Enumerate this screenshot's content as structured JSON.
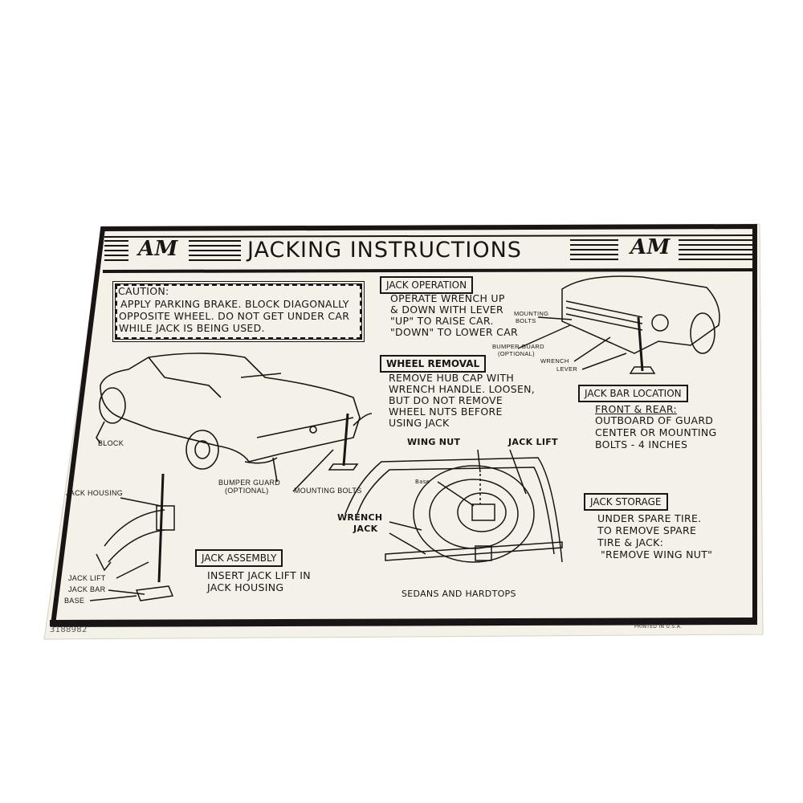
{
  "header": {
    "title": "JACKING INSTRUCTIONS",
    "logo_text": "AM"
  },
  "caution": {
    "heading": "CAUTION:",
    "lines": [
      "APPLY PARKING BRAKE. BLOCK DIAGONALLY",
      "OPPOSITE WHEEL. DO NOT GET UNDER CAR",
      "WHILE JACK IS BEING USED."
    ]
  },
  "jack_operation": {
    "label": "JACK OPERATION",
    "lines": [
      "OPERATE WRENCH UP",
      "& DOWN WITH LEVER",
      "\"UP\" TO RAISE CAR.",
      "\"DOWN\" TO LOWER CAR"
    ]
  },
  "wheel_removal": {
    "label": "WHEEL REMOVAL",
    "lines": [
      "REMOVE HUB CAP WITH",
      "WRENCH HANDLE. LOOSEN,",
      "BUT DO NOT REMOVE",
      "WHEEL NUTS BEFORE",
      "USING JACK"
    ]
  },
  "jack_bar_location": {
    "label": "JACK BAR LOCATION",
    "subheading": "FRONT & REAR:",
    "lines": [
      "OUTBOARD OF GUARD",
      "CENTER OR MOUNTING",
      "BOLTS - 4 INCHES"
    ]
  },
  "jack_storage": {
    "label": "JACK STORAGE",
    "lines": [
      "UNDER SPARE TIRE.",
      "TO REMOVE SPARE",
      "TIRE & JACK:",
      "\"REMOVE WING NUT\""
    ]
  },
  "jack_assembly": {
    "label": "JACK ASSEMBLY",
    "lines": [
      "INSERT JACK LIFT IN",
      "JACK HOUSING"
    ]
  },
  "rear_car_labels": {
    "block": "BLOCK",
    "bumper_guard": "BUMPER GUARD",
    "optional": "(OPTIONAL)",
    "mounting_bolts": "MOUNTING BOLTS"
  },
  "front_car_labels": {
    "mounting": "MOUNTING",
    "bolts": "BOLTS",
    "bumper_guard": "BUMPER GUARD",
    "optional": "(OPTIONAL)",
    "wrench": "WRENCH",
    "lever": "LEVER"
  },
  "assembly_labels": {
    "jack_housing": "JACK HOUSING",
    "jack_lift": "JACK LIFT",
    "jack_bar": "JACK BAR",
    "base": "BASE"
  },
  "trunk_labels": {
    "wing_nut": "WING NUT",
    "jack_lift": "JACK LIFT",
    "base": "Base",
    "wrench": "WRENCH",
    "jack": "JACK",
    "caption": "SEDANS AND HARDTOPS"
  },
  "footer": {
    "part_number": "3188982",
    "printed": "PRINTED IN U.S.A."
  }
}
